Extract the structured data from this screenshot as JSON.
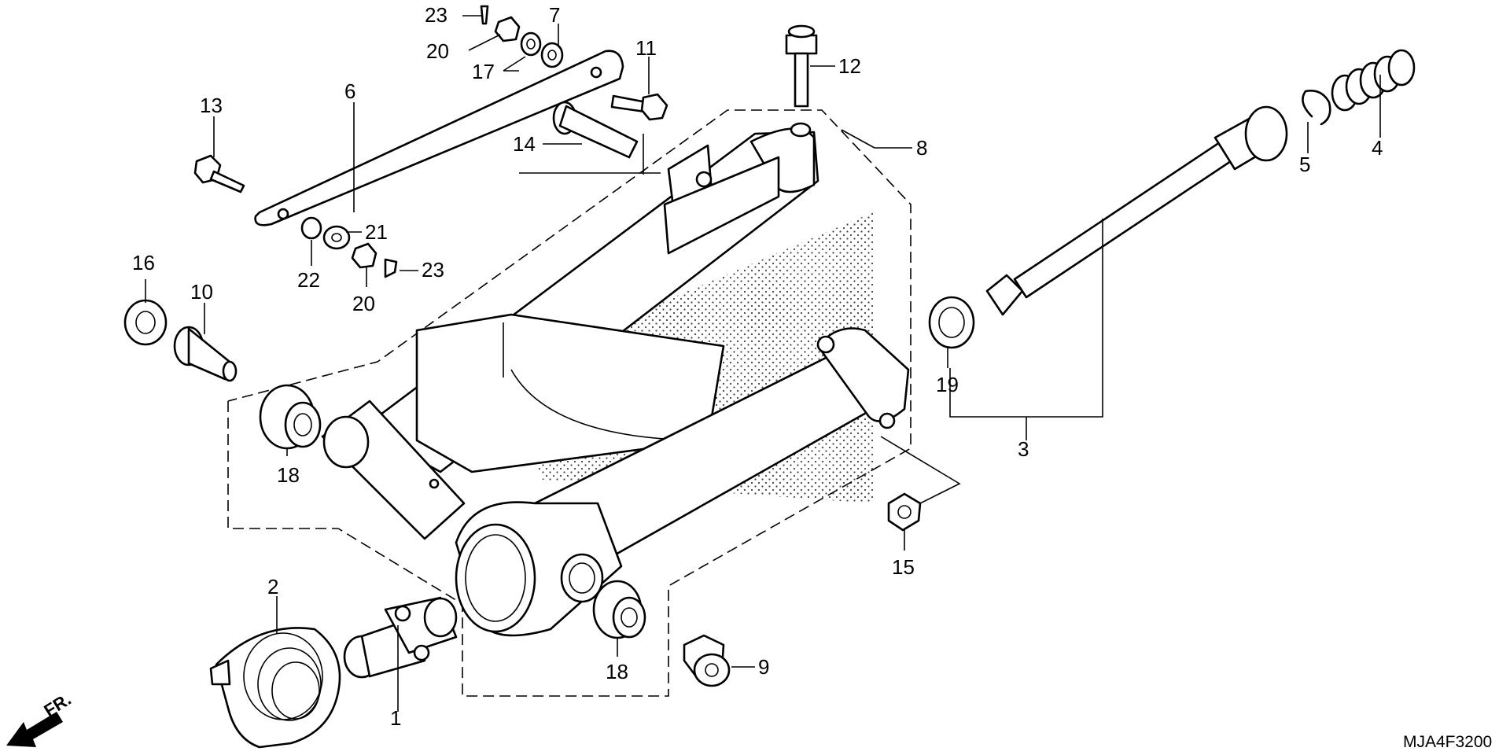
{
  "labels": {
    "p1": "1",
    "p2": "2",
    "p3": "3",
    "p4": "4",
    "p5": "5",
    "p6": "6",
    "p7": "7",
    "p8": "8",
    "p9": "9",
    "p10": "10",
    "p11": "11",
    "p12": "12",
    "p13": "13",
    "p14": "14",
    "p15": "15",
    "p16": "16",
    "p17": "17",
    "p18a": "18",
    "p18b": "18",
    "p19": "19",
    "p20a": "20",
    "p20b": "20",
    "p21": "21",
    "p22": "22",
    "p23a": "23",
    "p23b": "23"
  },
  "front_indicator": "FR.",
  "diagram_code": "MJA4F3200"
}
